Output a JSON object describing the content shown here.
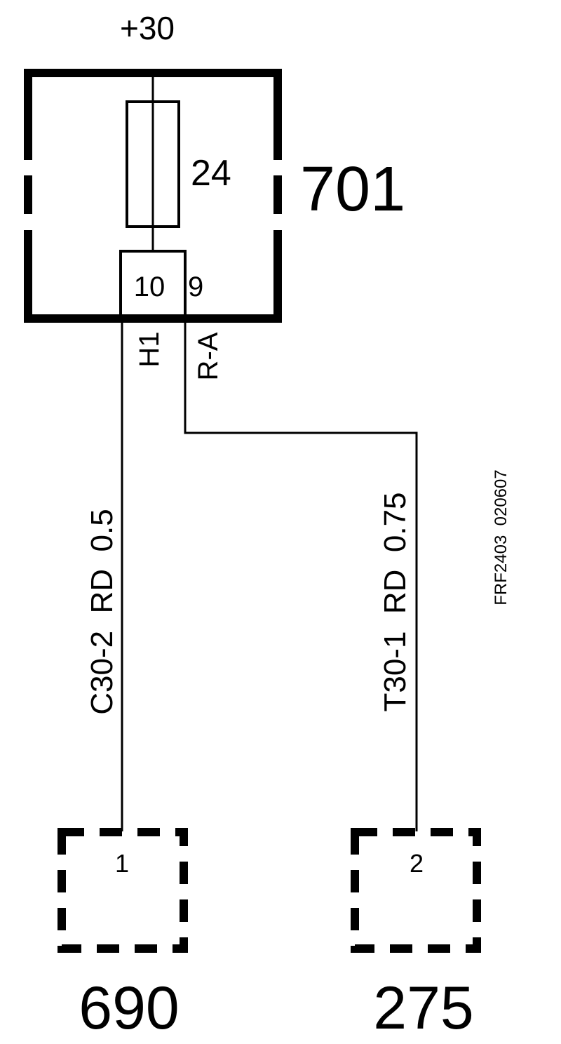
{
  "supply": {
    "label": "+30"
  },
  "fuse_box": {
    "id": "701",
    "fuse_number": "24",
    "pin_left": "10",
    "pin_right": "9",
    "connector_left": "H1",
    "connector_right": "R-A"
  },
  "wires": [
    {
      "label": "C30-2  RD  0.5"
    },
    {
      "label": "T30-1  RD  0.75"
    }
  ],
  "devices": [
    {
      "id": "690",
      "pin": "1"
    },
    {
      "id": "275",
      "pin": "2"
    }
  ],
  "figure_code": "FRF2403  020607",
  "colors": {
    "line": "#000000",
    "background": "#ffffff"
  }
}
